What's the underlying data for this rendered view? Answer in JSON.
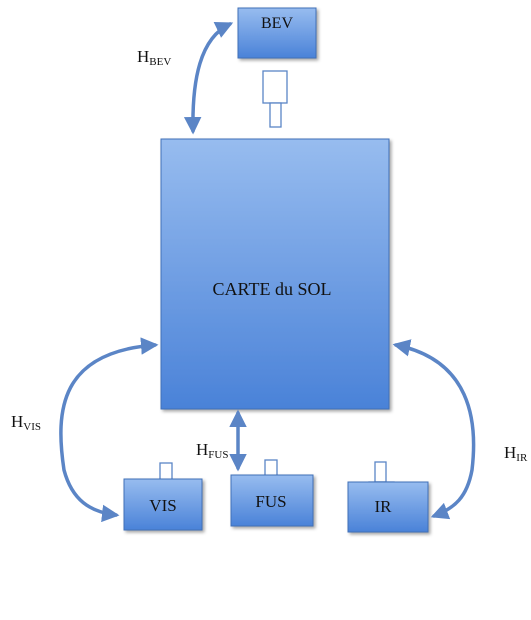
{
  "boxes": {
    "bev": "BEV",
    "carte": "CARTE du SOL",
    "vis": "VIS",
    "fus": "FUS",
    "ir": "IR"
  },
  "links": {
    "bev": {
      "base": "H",
      "sub": "BEV"
    },
    "vis": {
      "base": "H",
      "sub": "VIS"
    },
    "fus": {
      "base": "H",
      "sub": "FUS"
    },
    "ir": {
      "base": "H",
      "sub": "IR"
    }
  },
  "colors": {
    "box_fill_light": "#8fb3ea",
    "box_fill_dark": "#4c84d9",
    "box_stroke": "#3f6fb8",
    "arrow": "#5b85c6",
    "sensor_stroke": "#5b85c6"
  },
  "icons": {
    "sensor": "camera-sensor-icon"
  }
}
